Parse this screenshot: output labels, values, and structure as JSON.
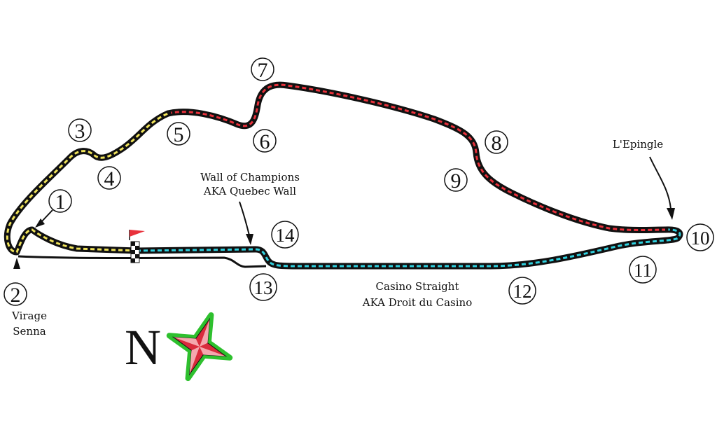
{
  "map": {
    "turns": [
      "1",
      "2",
      "3",
      "4",
      "5",
      "6",
      "7",
      "8",
      "9",
      "10",
      "11",
      "12",
      "13",
      "14"
    ],
    "labels": {
      "virage_senna": [
        "Virage",
        "Senna"
      ],
      "wall_of_champions": [
        "Wall of Champions",
        "AKA Quebec Wall"
      ],
      "epingle": "L'Epingle",
      "casino_straight": [
        "Casino Straight",
        "AKA Droit du Casino"
      ]
    },
    "compass": {
      "letter": "N"
    },
    "sectors": [
      {
        "name": "sector-1",
        "color": "#f0e35a"
      },
      {
        "name": "sector-2",
        "color": "#e8313b"
      },
      {
        "name": "sector-3",
        "color": "#2fd0de"
      }
    ],
    "track_color": "#111111",
    "compass_colors": {
      "star": "#d92b3c",
      "outline": "#2ec02e"
    }
  }
}
